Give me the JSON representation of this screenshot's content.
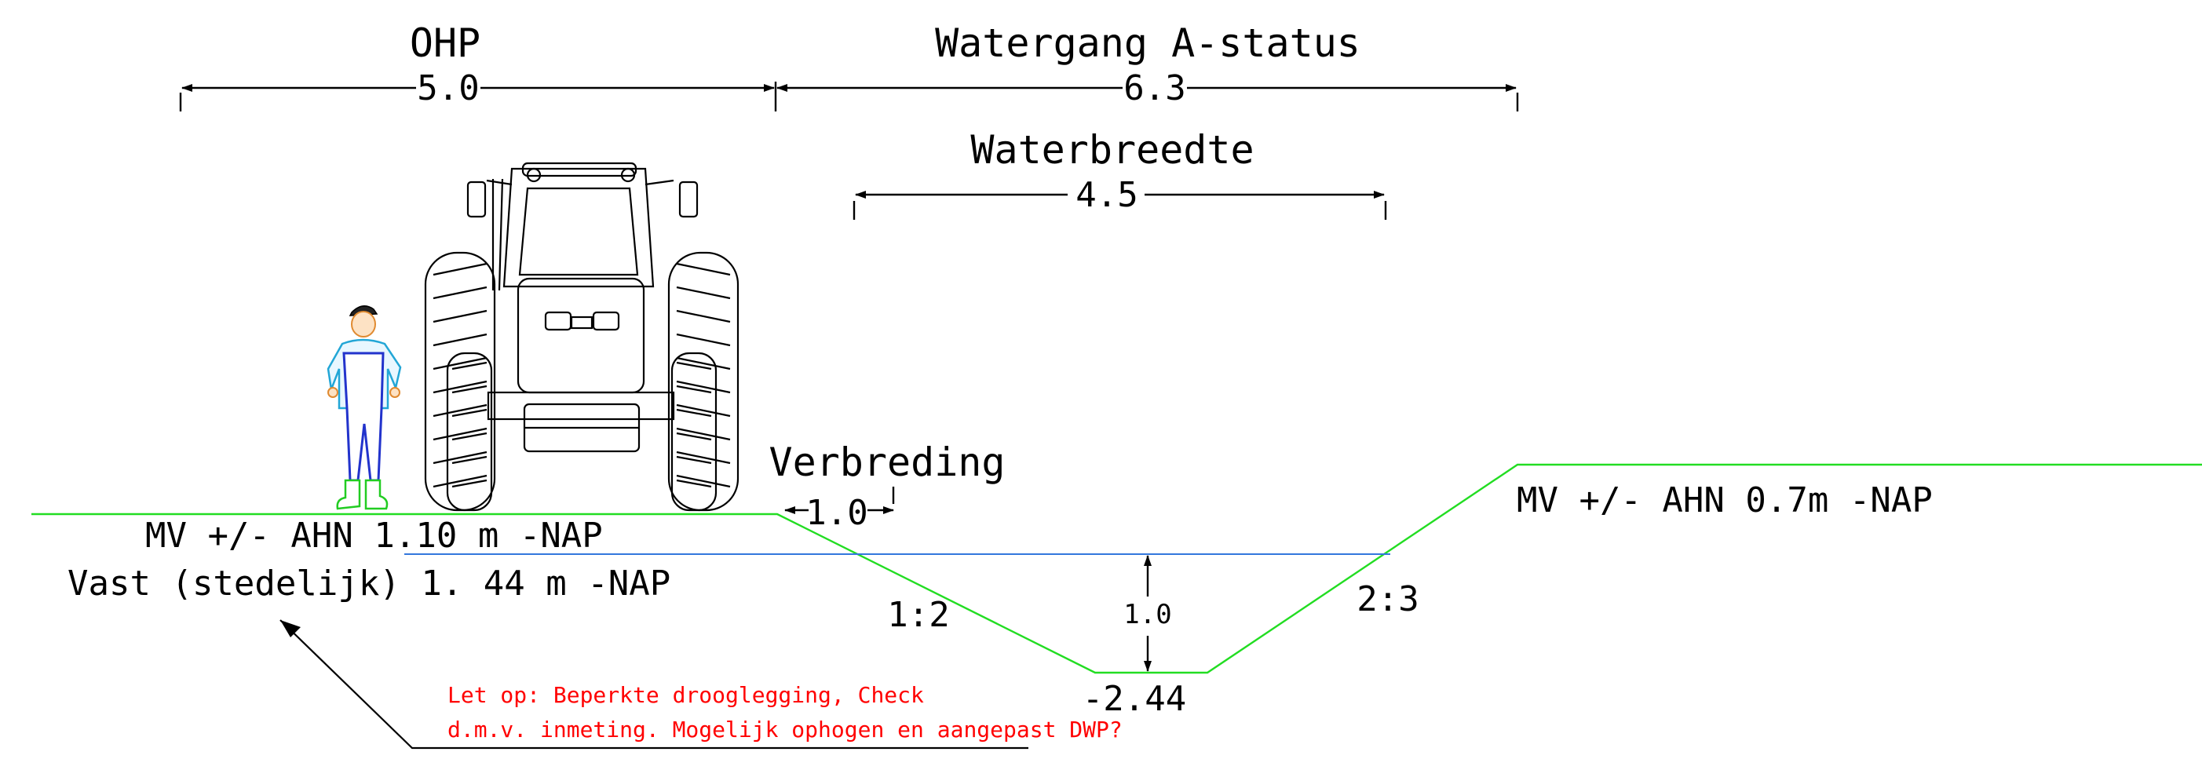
{
  "dimensions": {
    "ohp": {
      "label": "OHP",
      "value": "5.0"
    },
    "watergang": {
      "label": "Watergang A-status",
      "value": "6.3"
    },
    "waterbreedte": {
      "label": "Waterbreedte",
      "value": "4.5"
    },
    "verbreding": {
      "label": "Verbreding",
      "value": "1.0"
    },
    "depth": {
      "value": "1.0"
    }
  },
  "levels": {
    "left_ground": "MV +/- AHN 1.10 m -NAP",
    "left_fixed": "Vast (stedelijk) 1. 44 m -NAP",
    "right_ground": "MV +/- AHN 0.7m -NAP",
    "bottom": "-2.44"
  },
  "slopes": {
    "left": "1:2",
    "right": "2:3"
  },
  "note": {
    "line1": "Let op: Beperkte drooglegging, Check",
    "line2": "d.m.v. inmeting. Mogelijk ophogen en aangepast DWP?"
  },
  "colors": {
    "ground": "#22dd22",
    "water": "#3377dd",
    "note": "#ff0000",
    "line": "#000000"
  },
  "icons": [
    "farmer-figure-icon",
    "tractor-icon"
  ]
}
